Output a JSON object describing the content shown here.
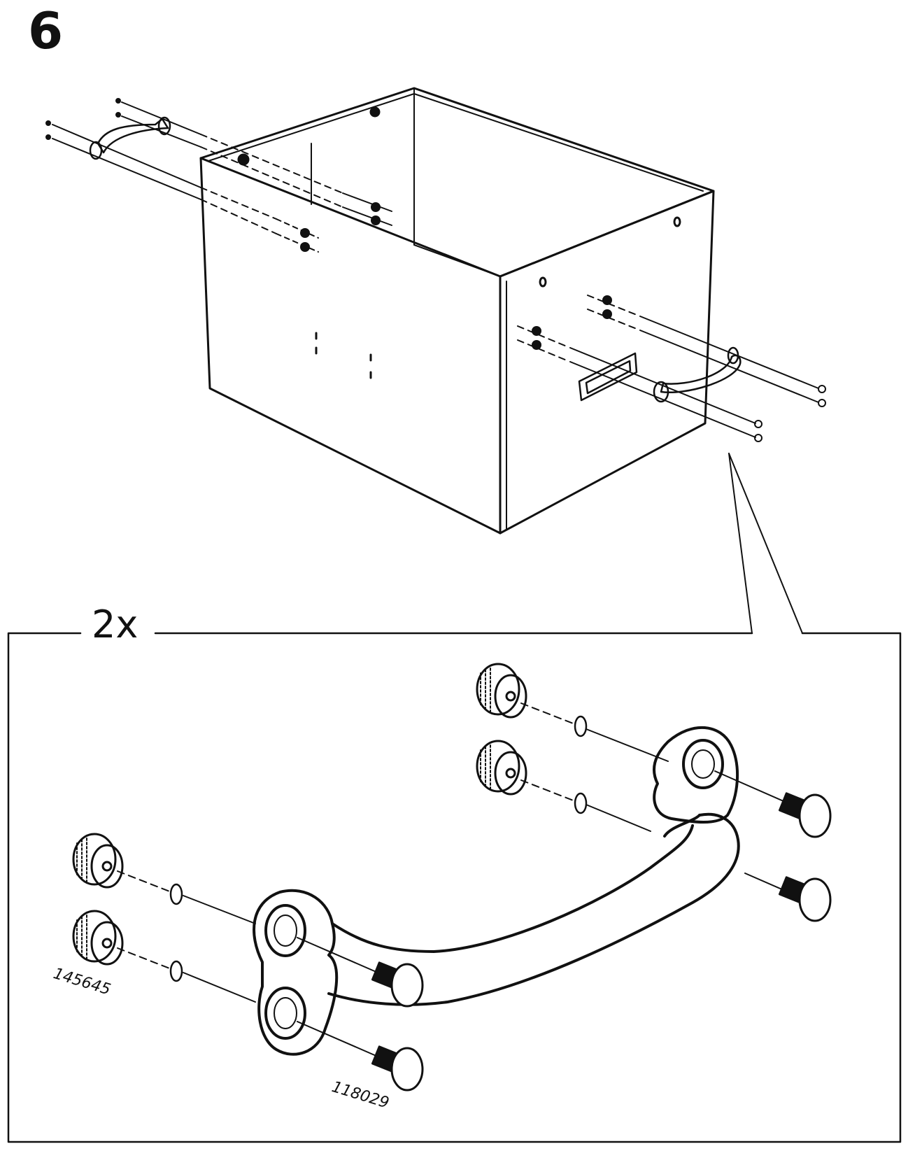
{
  "step": {
    "number": "6"
  },
  "detail": {
    "quantity": "2x"
  },
  "parts": [
    {
      "id": "145645",
      "description": "knurled nut"
    },
    {
      "id": "118029",
      "description": "bolt"
    }
  ],
  "icons": [
    "storage-box-icon",
    "handle-icon",
    "bolt-icon",
    "washer-icon",
    "knurled-nut-icon",
    "label-holder-icon"
  ],
  "colors": {
    "line": "#111111",
    "background": "#ffffff"
  }
}
